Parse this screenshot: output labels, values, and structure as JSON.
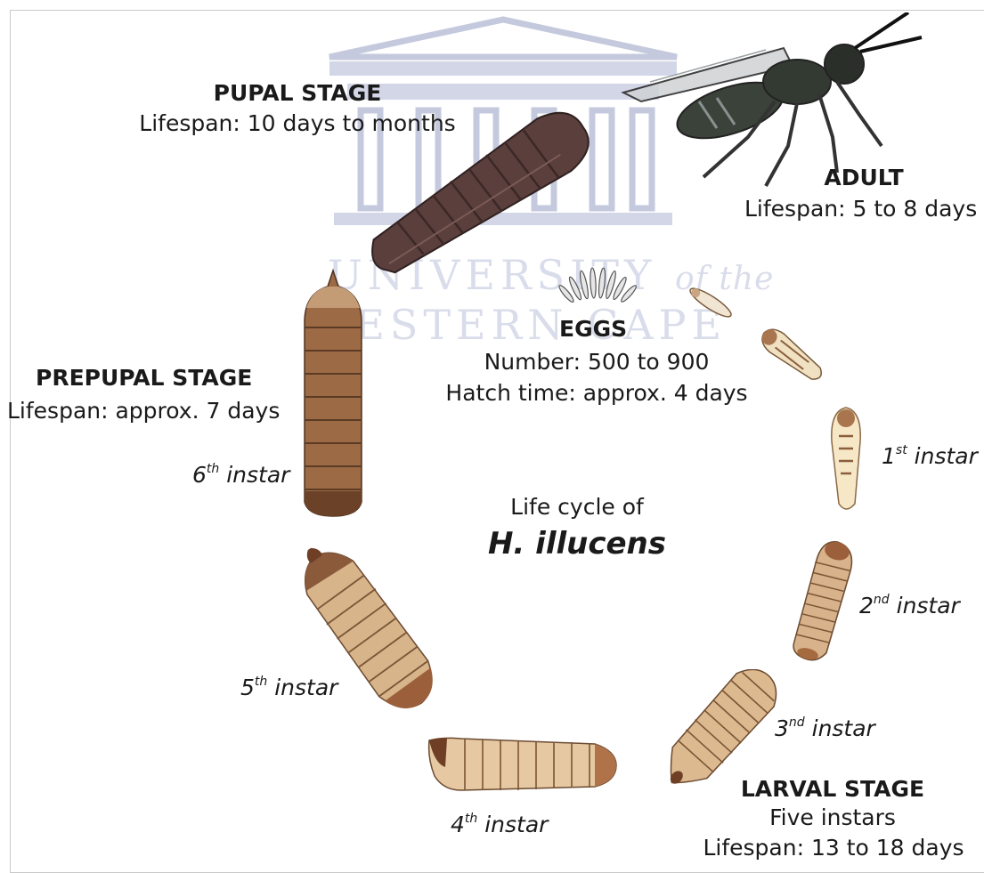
{
  "watermark": {
    "line1": "UNIVERSITY",
    "line1_suffix": "of the",
    "line2": "WESTERN CAPE"
  },
  "pupal": {
    "title": "PUPAL STAGE",
    "detail": "Lifespan: 10 days to months"
  },
  "adult": {
    "title": "ADULT",
    "detail": "Lifespan: 5 to 8 days"
  },
  "prepupal": {
    "title": "PREPUPAL STAGE",
    "detail": "Lifespan: approx. 7 days"
  },
  "eggs": {
    "title": "EGGS",
    "number": "Number: 500 to 900",
    "hatch": "Hatch time: approx. 4 days"
  },
  "center": {
    "line1": "Life cycle of",
    "line2": "H. illucens"
  },
  "instars": [
    {
      "num": "1",
      "sup": "st",
      "word": " instar"
    },
    {
      "num": "2",
      "sup": "nd",
      "word": " instar"
    },
    {
      "num": "3",
      "sup": "nd",
      "word": " instar"
    },
    {
      "num": "4",
      "sup": "th",
      "word": " instar"
    },
    {
      "num": "5",
      "sup": "th",
      "word": " instar"
    },
    {
      "num": "6",
      "sup": "th",
      "word": " instar"
    }
  ],
  "larval": {
    "title": "LARVAL STAGE",
    "instars": "Five instars",
    "detail": "Lifespan: 13 to 18 days"
  },
  "colors": {
    "pupa": "#5a3f3c",
    "prepupa": "#9c6a45",
    "larva_light": "#dcb98f",
    "larva_dark": "#8a5a3a",
    "text": "#1a1a1a"
  }
}
